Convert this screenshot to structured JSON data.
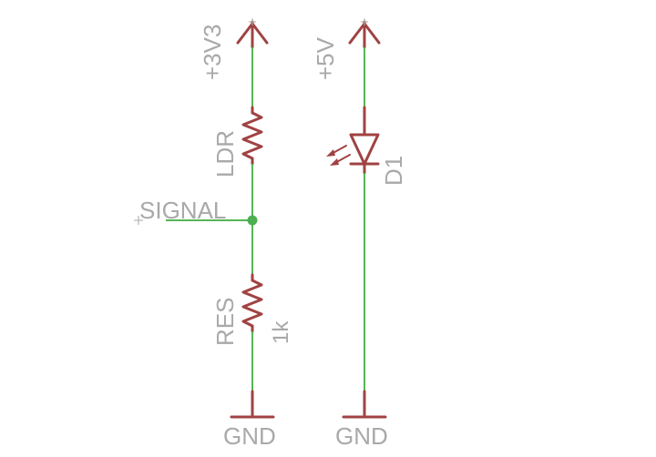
{
  "labels": {
    "v33": "+3V3",
    "v5": "+5V",
    "ldr": "LDR",
    "signal": "SIGNAL",
    "res": "RES",
    "res_value": "1k",
    "led": "D1",
    "gnd_left": "GND",
    "gnd_right": "GND"
  },
  "colors": {
    "wire": "#56b556",
    "part": "#a04242",
    "text": "#a9a9a9",
    "junction": "#4caf50"
  }
}
